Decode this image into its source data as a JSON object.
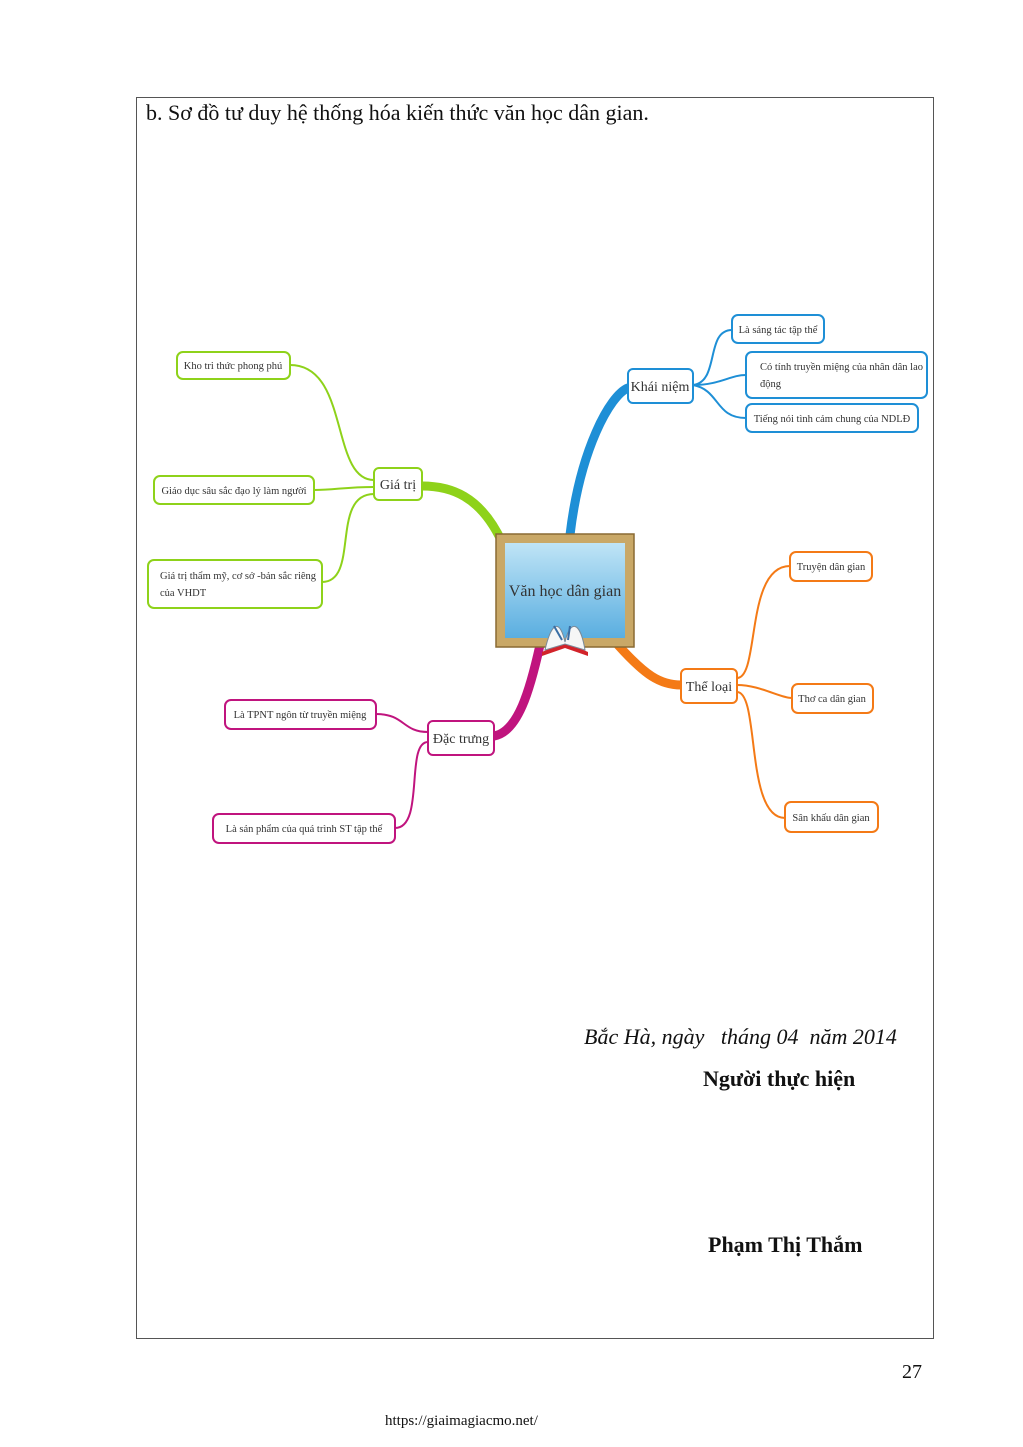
{
  "heading": "b. Sơ đồ tư duy hệ thống hóa kiến thức văn học dân gian.",
  "mindmap": {
    "center": "Văn học dân gian",
    "colors": {
      "khai_niem": "#1e8fd6",
      "gia_tri": "#8ed21a",
      "the_loai": "#f47a16",
      "dac_trung": "#c0147e",
      "board_frame": "#c9a867"
    },
    "branches": {
      "khai_niem": {
        "label": "Khái niệm",
        "items": [
          "Là sáng tác tập thể",
          "Có tính truyền miệng của nhân dân lao",
          "động",
          "Tiếng nói tình cảm chung của NDLĐ"
        ]
      },
      "gia_tri": {
        "label": "Giá trị",
        "items": [
          "Kho tri thức phong phú",
          "Giáo dục sâu sắc đạo lý làm người",
          "Giá trị thẩm mỹ, cơ sở -bản sắc riêng",
          "của VHDT"
        ]
      },
      "the_loai": {
        "label": "Thể loại",
        "items": [
          "Truyện dân gian",
          "Thơ ca dân gian",
          "Sân khấu dân gian"
        ]
      },
      "dac_trung": {
        "label": "Đặc trưng",
        "items": [
          "Là TPNT ngôn từ truyền miệng",
          "Là sản phẩm của quá trình ST tập thể"
        ]
      }
    }
  },
  "signature": {
    "place_date": "Bắc Hà, ngày   tháng 04  năm 2014",
    "title": "Người thực hiện",
    "name": "Phạm Thị Thắm"
  },
  "page_number": "27",
  "footer_url": "https://giaimagiacmo.net/"
}
